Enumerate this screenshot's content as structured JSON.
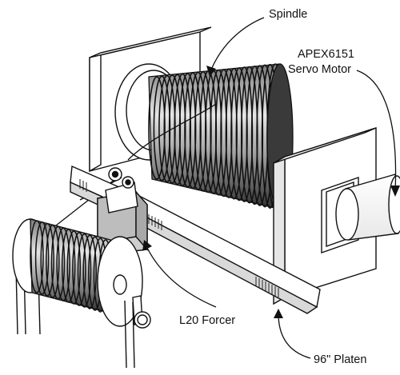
{
  "labels": {
    "spindle": "Spindle",
    "motor_line1": "APEX6151",
    "motor_line2": "Servo Motor",
    "forcer": "L20 Forcer",
    "platen": "96\" Platen"
  },
  "colors": {
    "line": "#111111",
    "panel": "#ffffff",
    "spool_dark": "#262626",
    "spool_light": "#d9d9d9",
    "forcer_gray": "#c4c4c4",
    "platen_gray": "#bdbdbd"
  }
}
